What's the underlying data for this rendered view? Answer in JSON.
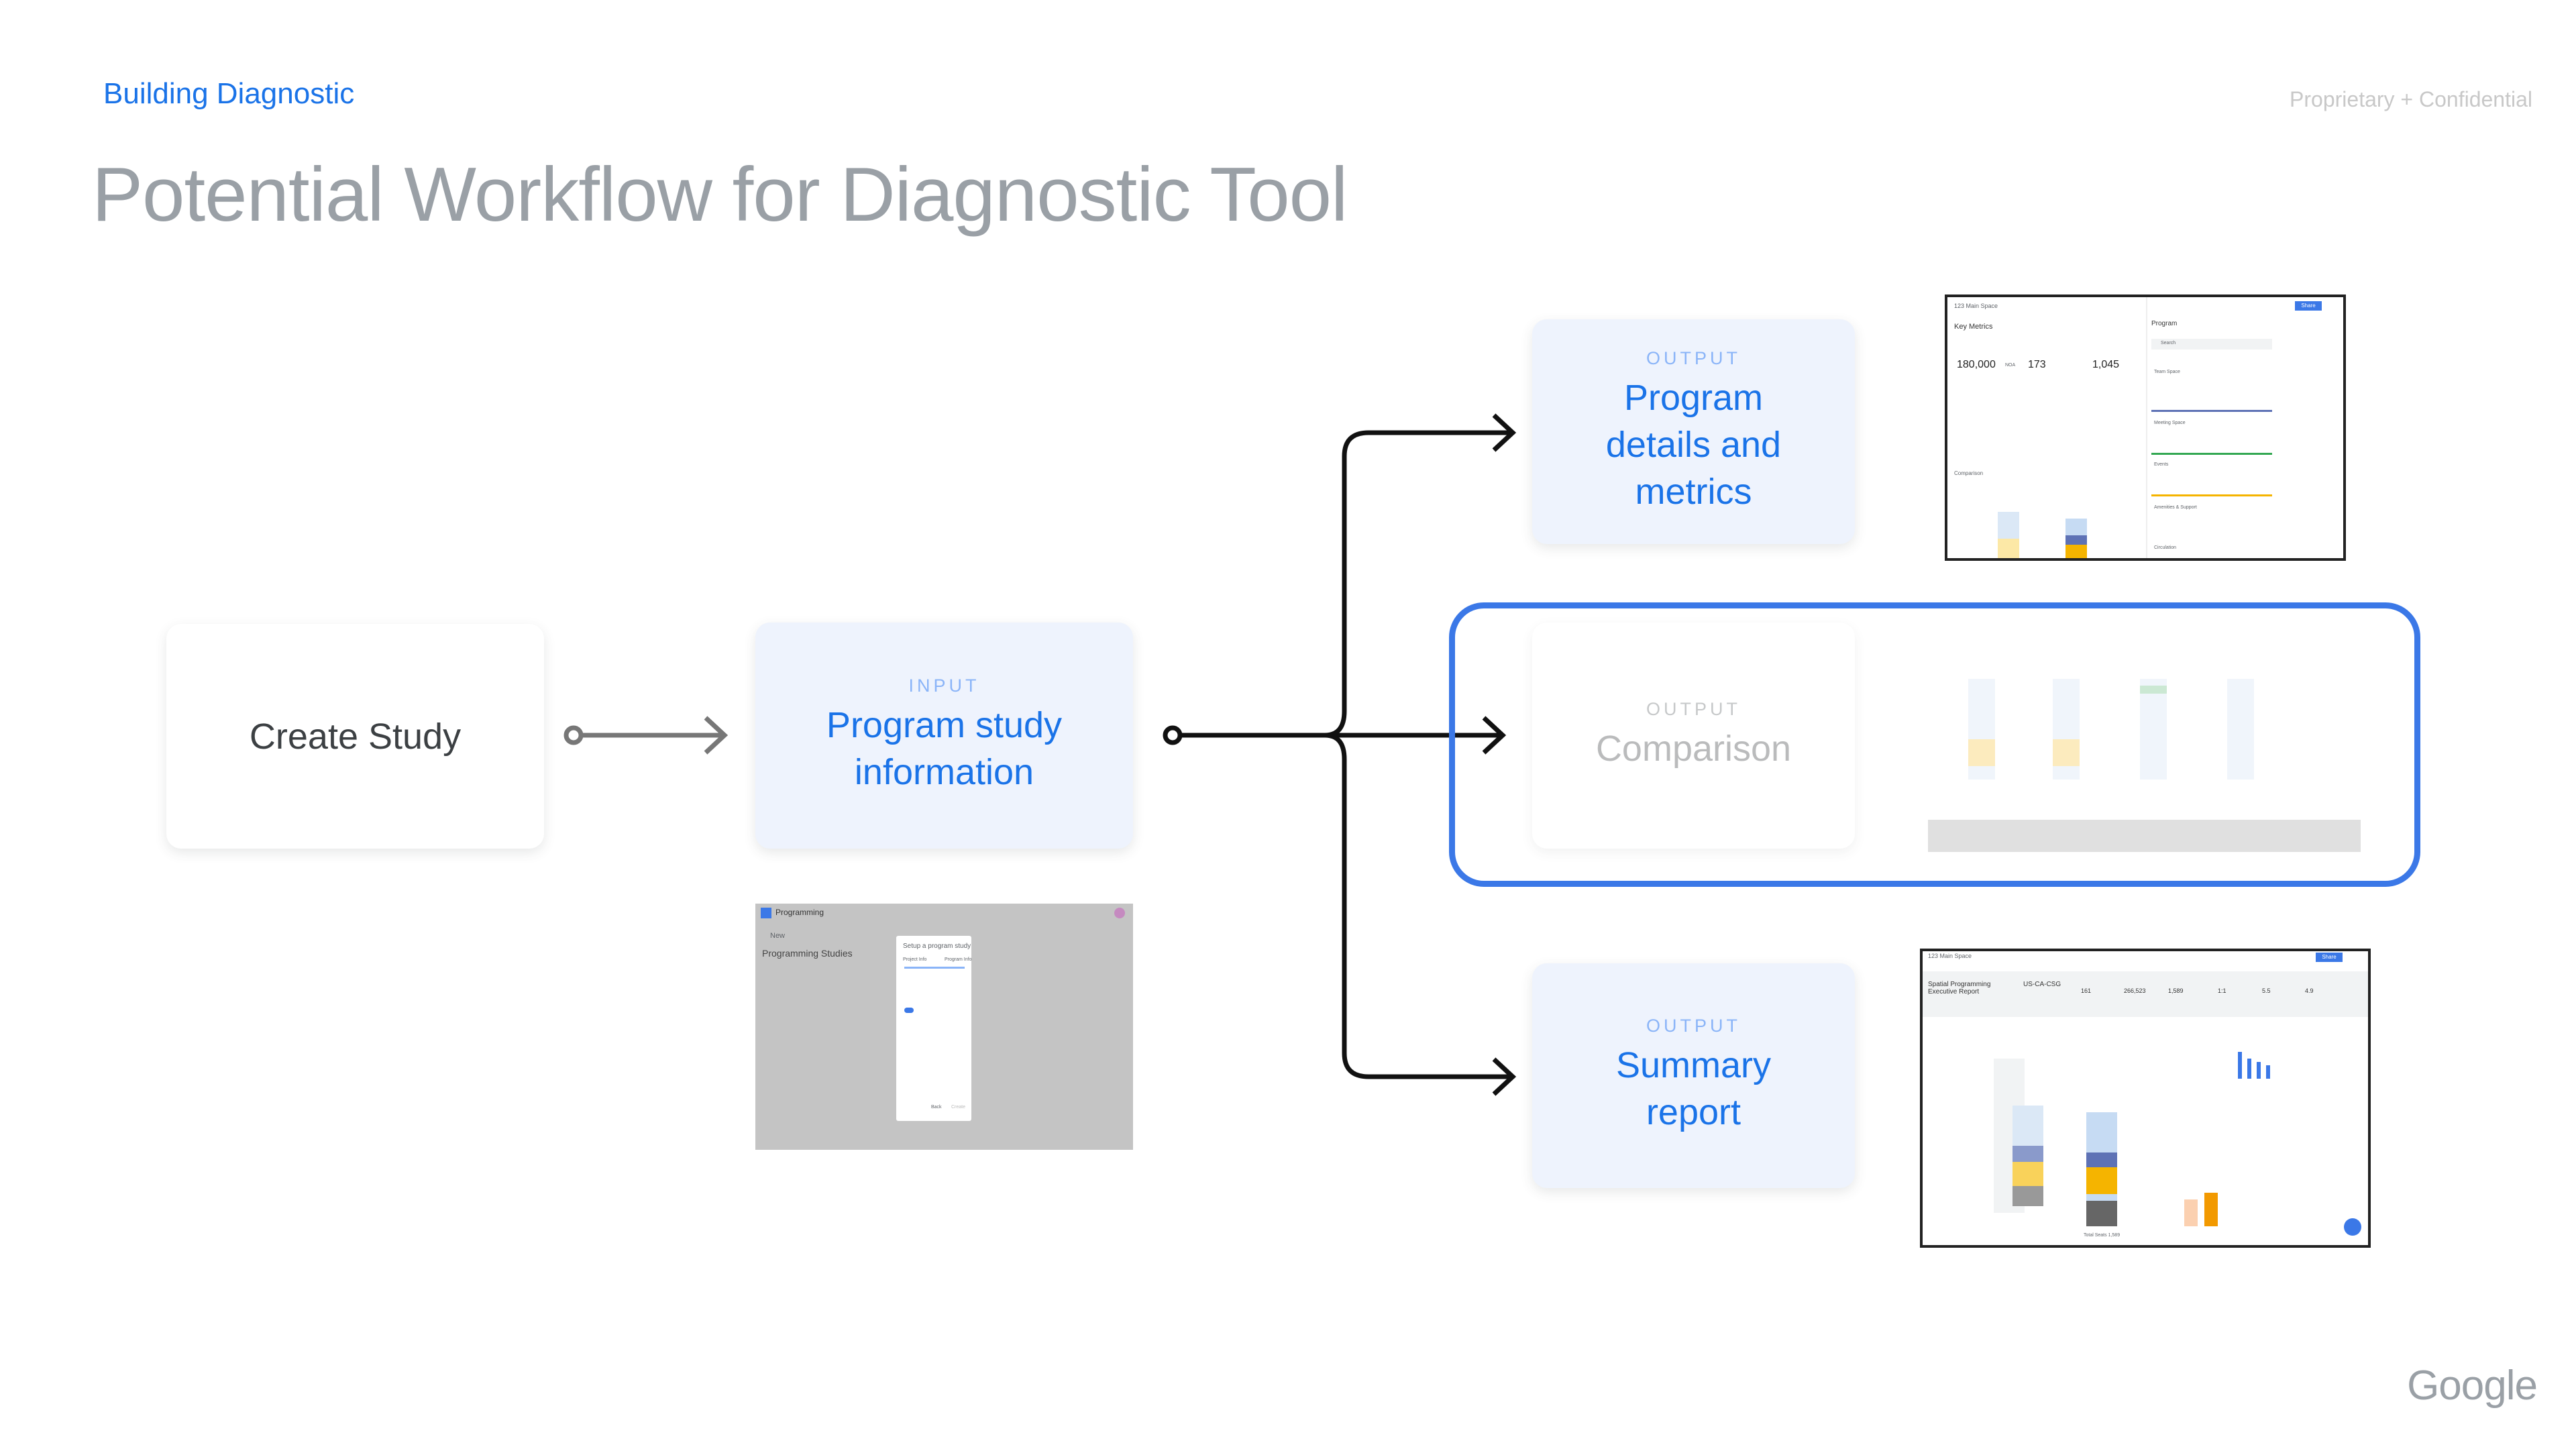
{
  "header": {
    "kicker": "Building Diagnostic",
    "confidential": "Proprietary + Confidential",
    "title": "Potential Workflow for Diagnostic Tool"
  },
  "nodes": {
    "create": {
      "label": "Create Study"
    },
    "input": {
      "tag": "INPUT",
      "label": "Program study information"
    },
    "program": {
      "tag": "OUTPUT",
      "label": "Program details and metrics"
    },
    "comparison": {
      "tag": "OUTPUT",
      "label": "Comparison"
    },
    "summary": {
      "tag": "OUTPUT",
      "label": "Summary report"
    }
  },
  "thumb_input": {
    "app": "Programming",
    "new": "New",
    "heading": "Programming Studies",
    "dialog_title": "Setup a program study",
    "step1": "Project Info",
    "step2": "Program Info",
    "back": "Back",
    "create": "Create"
  },
  "thumb_program": {
    "space": "123 Main Space",
    "share": "Share",
    "heading": "Key Metrics",
    "program": "Program",
    "search": "Search",
    "area": "180,000",
    "area_unit": "NOA",
    "density": "173",
    "capacity": "1,045",
    "comparison": "Comparison",
    "cat1": "Team Space",
    "cat2": "Meeting Space",
    "cat3": "Events",
    "cat4": "Amenities & Support",
    "cat5": "Circulation"
  },
  "thumb_summary": {
    "space": "123 Main Space",
    "share": "Share",
    "title": "Spatial Programming Executive Report",
    "site": "US-CA-CSG",
    "m1": "161",
    "m2": "266,523",
    "m3": "1,589",
    "m4": "1:1",
    "m5": "5.5",
    "m6": "4.9",
    "total_seats": "Total Seats 1,589"
  },
  "brand": {
    "logo": "Google"
  },
  "colors": {
    "accent": "#1a73e8",
    "highlight": "#3b78e7",
    "box_bg": "#eef3fd"
  }
}
